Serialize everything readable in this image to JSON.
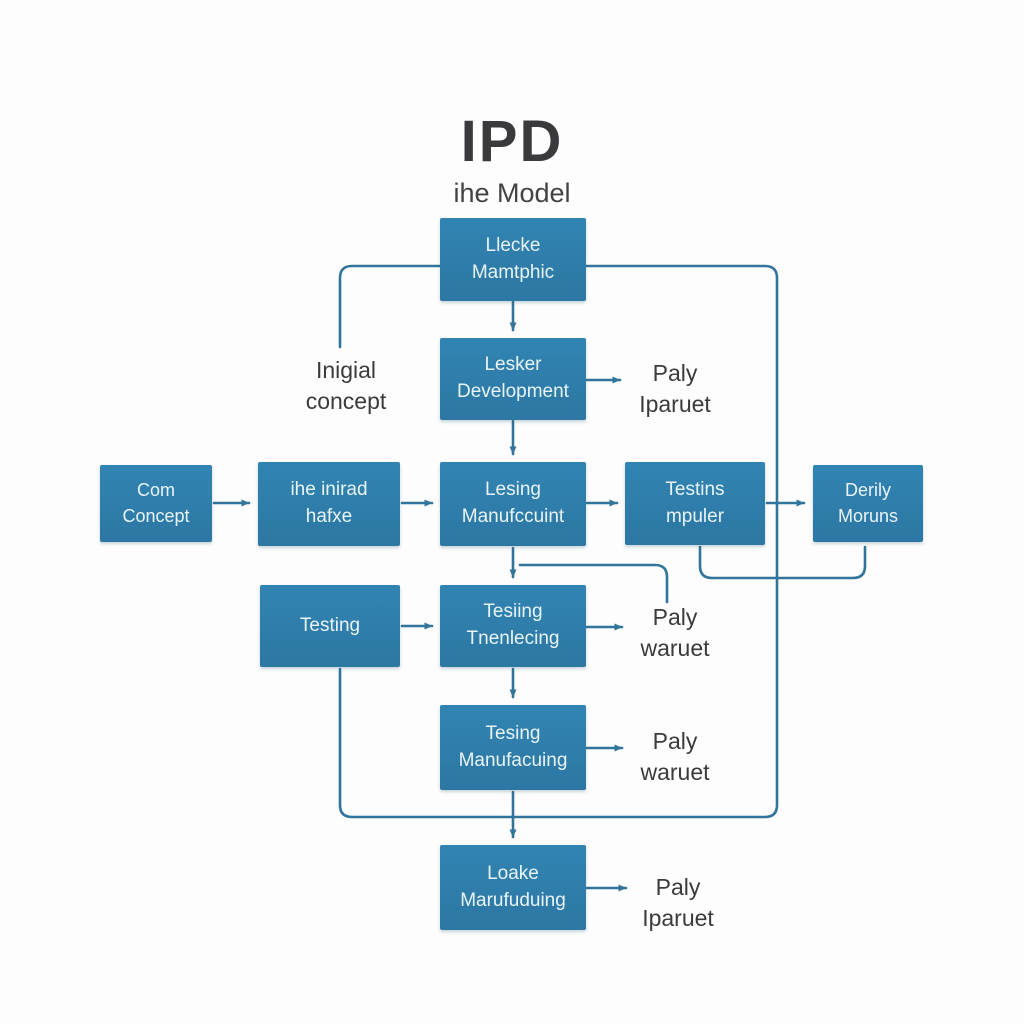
{
  "title": "IPD",
  "subtitle": "ihe Model",
  "colors": {
    "box_fill": "#2E7CA9",
    "line": "#31749C",
    "box_text": "#E9F4F9",
    "label_text": "#3B3B3E",
    "title_text": "#3A3A3C",
    "background": "#FDFDFD"
  },
  "nodes": {
    "top": {
      "label": "Llecke\nMamtphic"
    },
    "development": {
      "label": "Lesker\nDevelopment"
    },
    "com_concept": {
      "label": "Com\nConcept"
    },
    "inirad": {
      "label": "ihe inirad\nhafxe"
    },
    "manufccuint": {
      "label": "Lesing\nManufccuint"
    },
    "testins": {
      "label": "Testins\nmpuler"
    },
    "derily": {
      "label": "Derily\nMoruns"
    },
    "testing": {
      "label": "Testing"
    },
    "tnenlecing": {
      "label": "Tesiing\nTnenlecing"
    },
    "manufacuing": {
      "label": "Tesing\nManufacuing"
    },
    "marufuduing": {
      "label": "Loake\nMarufuduing"
    }
  },
  "annotations": {
    "inigial_concept": "Inigial\nconcept",
    "paly_iparuet_top": "Paly\nIparuet",
    "paly_waruet_mid": "Paly\nwaruet",
    "paly_waruet_lower": "Paly\nwaruet",
    "paly_iparuet_bottom": "Paly\nIparuet"
  }
}
